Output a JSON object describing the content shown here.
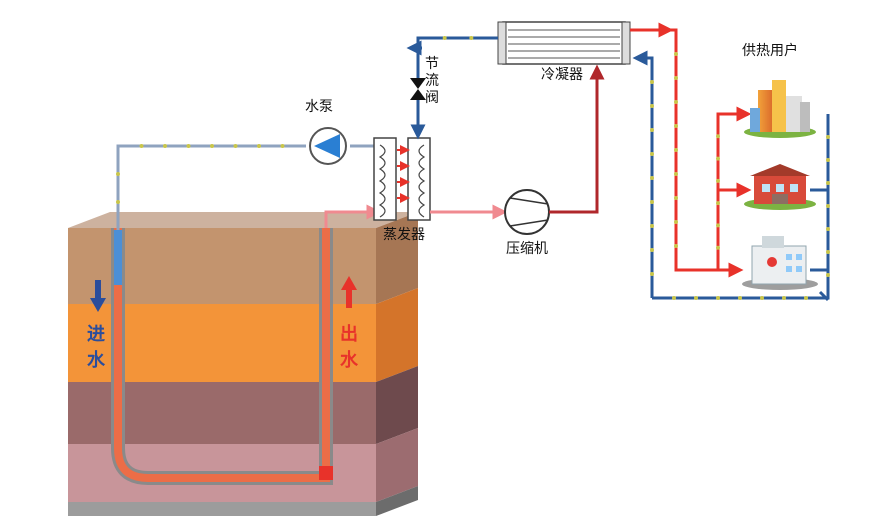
{
  "labels": {
    "pump": "水泵",
    "throttle_valve": [
      "节",
      "流",
      "阀"
    ],
    "condenser": "冷凝器",
    "evaporator": "蒸发器",
    "compressor": "压缩机",
    "heat_users": "供热用户",
    "water_in": [
      "进",
      "水"
    ],
    "water_out": [
      "出",
      "水"
    ]
  },
  "colors": {
    "hot_pipe": "#e8322a",
    "cold_pipe": "#2a5a9a",
    "return_pipe": "#8fa3bf",
    "dark_red_pipe": "#b0272b",
    "pink_pipe": "#f08a90",
    "dot": "#c9c64a"
  }
}
